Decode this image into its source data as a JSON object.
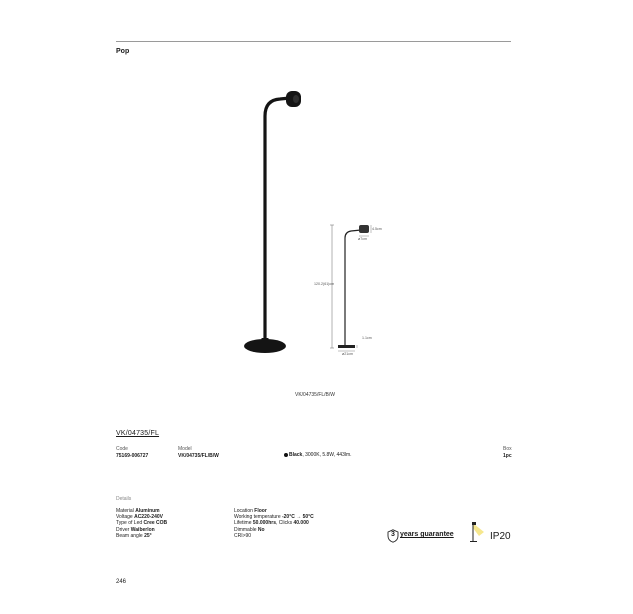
{
  "header": {
    "series_title": "Pop"
  },
  "dimensions": {
    "head_height": "4.5cm",
    "head_width": "ø7cm",
    "total_height": "120.2(61)cm",
    "base_height": "1.1cm",
    "base_width": "ø21cm"
  },
  "image_caption": "VK/04735/FL/B/W",
  "product": {
    "name": "VK/04735/FL",
    "code_label": "Code",
    "code_value": "75169-006727",
    "model_label": "Model",
    "model_value": "VK/04735/FL/B/W",
    "variant_color": "Black",
    "variant_rest": ", 3000K, 5.8W, 443lm.",
    "box_label": "Box",
    "box_value": "1pc"
  },
  "details": {
    "label": "Details",
    "left_specs": [
      {
        "key": "Material ",
        "value": "Aluminum"
      },
      {
        "key": "Voltage ",
        "value": "AC220-240V"
      },
      {
        "key": "Type of Led ",
        "value": "Cree COB"
      },
      {
        "key": "Driver ",
        "value": "Waiberlon"
      },
      {
        "key": "Beam angle ",
        "value": "25°"
      }
    ],
    "right_specs": [
      {
        "key": "Location ",
        "value": "Floor"
      },
      {
        "key": "Working temperature ",
        "value": "-20°C → 50°C"
      },
      {
        "key": "Lifetime ",
        "value": "50.000hrs",
        "extra_key": ", Clicks ",
        "extra_value": "40.000"
      },
      {
        "key": "Dimmable ",
        "value": "No"
      },
      {
        "key": "CRI>",
        "value": "",
        "plain": "CRI>90"
      }
    ]
  },
  "badges": {
    "guarantee_years": "3",
    "guarantee_text": "years guarantee",
    "ip_rating": "IP20"
  },
  "footer": {
    "page_number": "246"
  }
}
